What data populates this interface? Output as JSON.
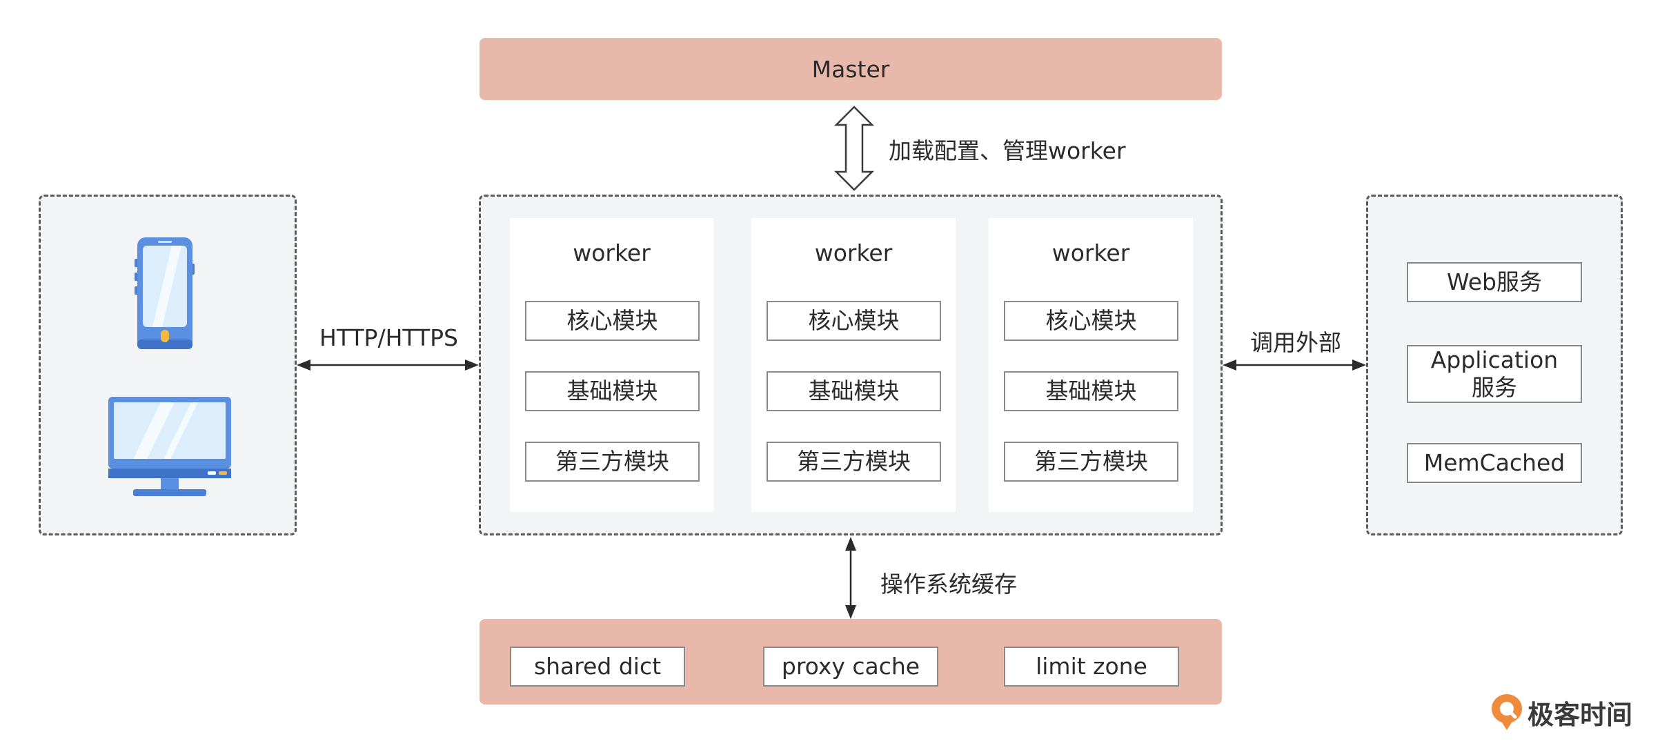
{
  "master": {
    "label": "Master"
  },
  "master_link": {
    "label": "加载配置、管理worker"
  },
  "client_link": {
    "label": "HTTP/HTTPS"
  },
  "external_link": {
    "label": "调用外部"
  },
  "cache_link": {
    "label": "操作系统缓存"
  },
  "workers": [
    {
      "title": "worker",
      "modules": [
        "核心模块",
        "基础模块",
        "第三方模块"
      ]
    },
    {
      "title": "worker",
      "modules": [
        "核心模块",
        "基础模块",
        "第三方模块"
      ]
    },
    {
      "title": "worker",
      "modules": [
        "核心模块",
        "基础模块",
        "第三方模块"
      ]
    }
  ],
  "external_services": [
    "Web服务",
    "Application\n服务",
    "MemCached"
  ],
  "cache_items": [
    "shared dict",
    "proxy cache",
    "limit zone"
  ],
  "brand": {
    "name": "极客时间"
  },
  "colors": {
    "salmon": "#e8b8aa",
    "device_blue": "#5b8fe0",
    "logo_orange": "#f08a3c"
  },
  "icons": [
    "smartphone-icon",
    "monitor-icon",
    "geektime-logo-icon"
  ]
}
